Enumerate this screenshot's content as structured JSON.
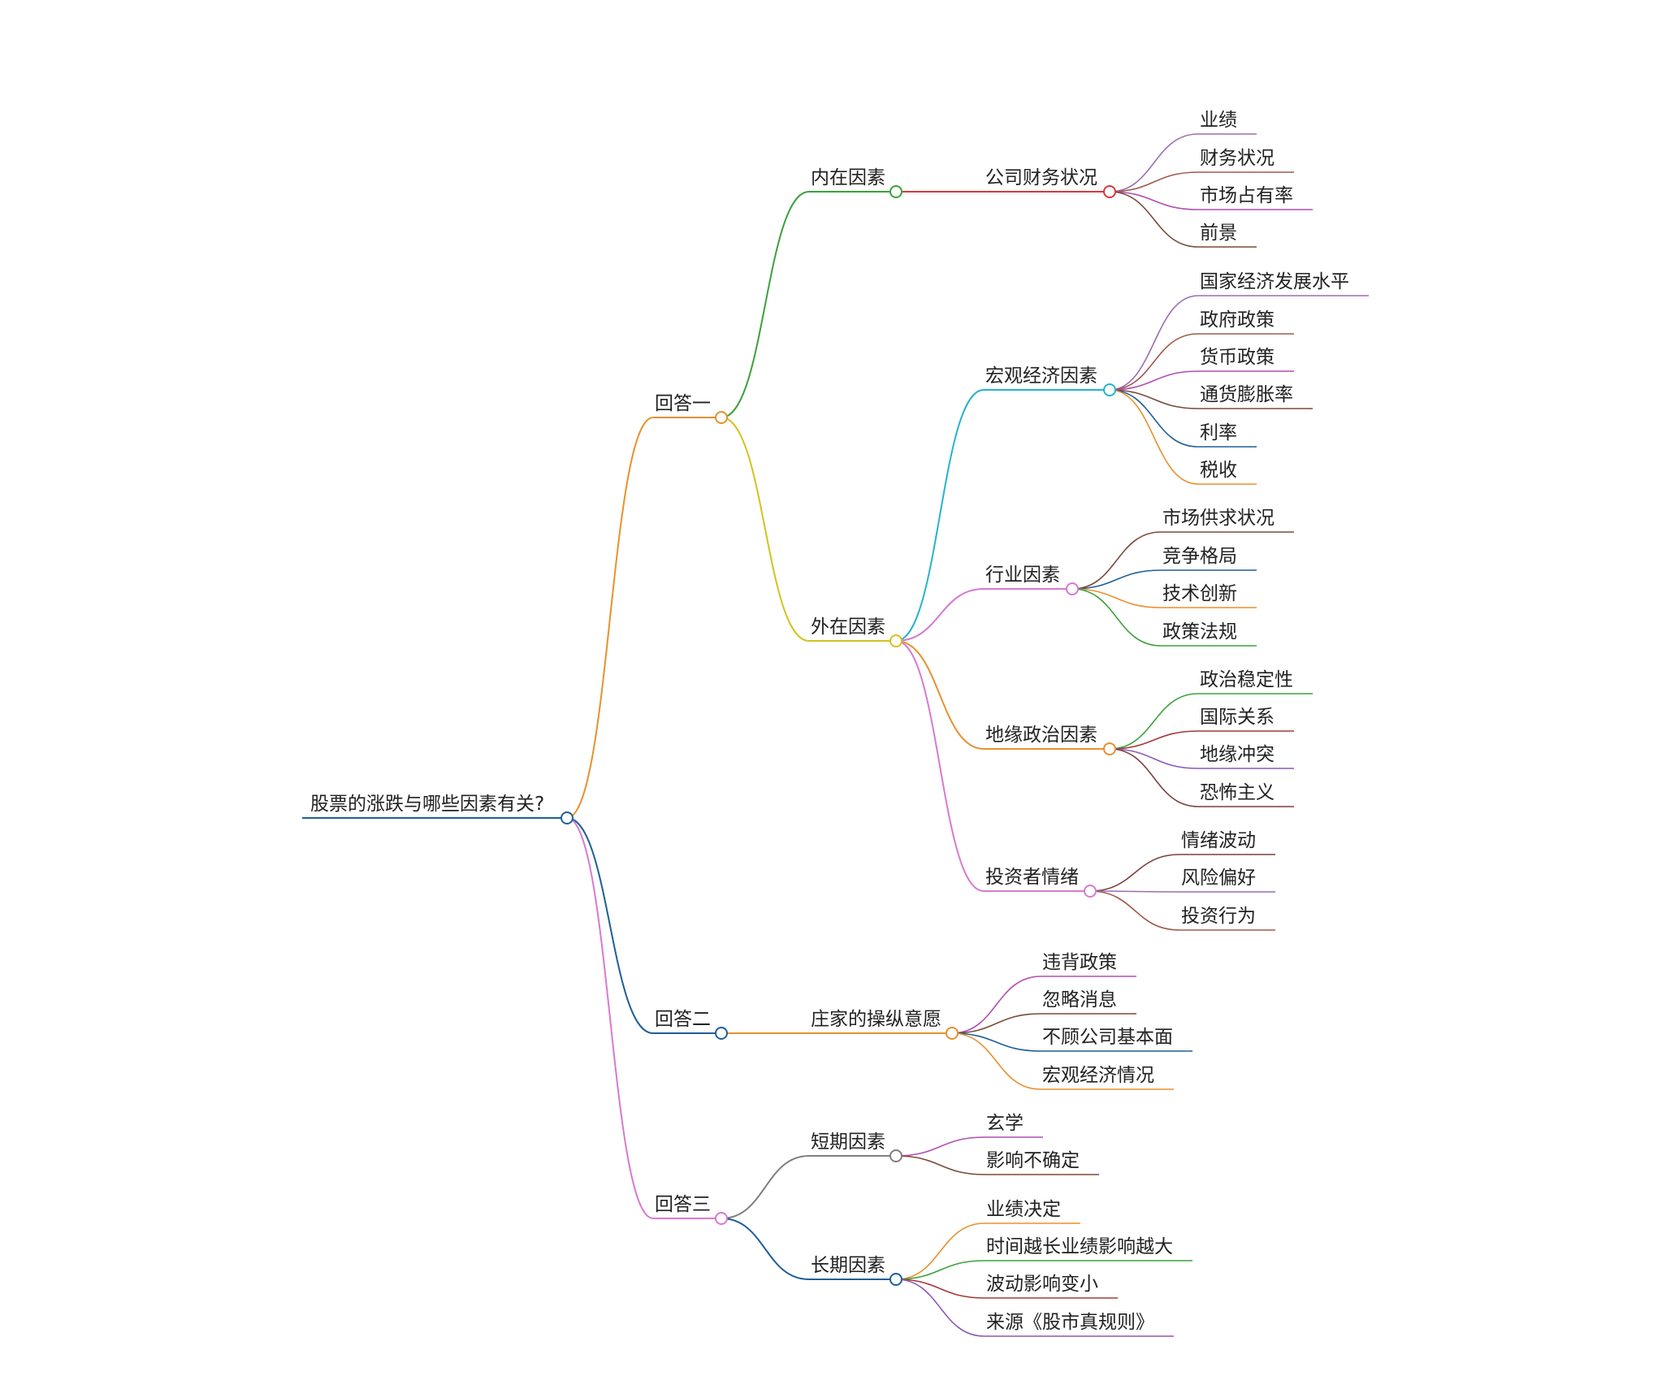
{
  "mindmap": {
    "root": "股票的涨跌与哪些因素有关?",
    "branches": [
      {
        "label": "回答一",
        "color": "#e8912e",
        "children": [
          {
            "label": "内在因素",
            "color": "#3aa23a",
            "children": [
              {
                "label": "公司财务状况",
                "color": "#d9373b",
                "children": [
                  "业绩",
                  "财务状况",
                  "市场占有率",
                  "前景"
                ]
              }
            ]
          },
          {
            "label": "外在因素",
            "color": "#d4c21f",
            "children": [
              {
                "label": "宏观经济因素",
                "color": "#26b3cc",
                "children": [
                  "国家经济发展水平",
                  "政府政策",
                  "货币政策",
                  "通货膨胀率",
                  "利率",
                  "税收"
                ]
              },
              {
                "label": "行业因素",
                "color": "#d77ad0",
                "children": [
                  "市场供求状况",
                  "竞争格局",
                  "技术创新",
                  "政策法规"
                ]
              },
              {
                "label": "地缘政治因素",
                "color": "#e8912e",
                "children": [
                  "政治稳定性",
                  "国际关系",
                  "地缘冲突",
                  "恐怖主义"
                ]
              },
              {
                "label": "投资者情绪",
                "color": "#d77ad0",
                "children": [
                  "情绪波动",
                  "风险偏好",
                  "投资行为"
                ]
              }
            ]
          }
        ]
      },
      {
        "label": "回答二",
        "color": "#1f5f98",
        "children": [
          {
            "label": "庄家的操纵意愿",
            "color": "#e8912e",
            "children": [
              "违背政策",
              "忽略消息",
              "不顾公司基本面",
              "宏观经济情况"
            ]
          }
        ]
      },
      {
        "label": "回答三",
        "color": "#d77ad0",
        "children": [
          {
            "label": "短期因素",
            "color": "#7f7f7f",
            "children": [
              "玄学",
              "影响不确定"
            ]
          },
          {
            "label": "长期因素",
            "color": "#1f5f98",
            "children": [
              "业绩决定",
              "时间越长业绩影响越大",
              "波动影响变小",
              "来源《股市真规则》"
            ]
          }
        ]
      }
    ]
  }
}
